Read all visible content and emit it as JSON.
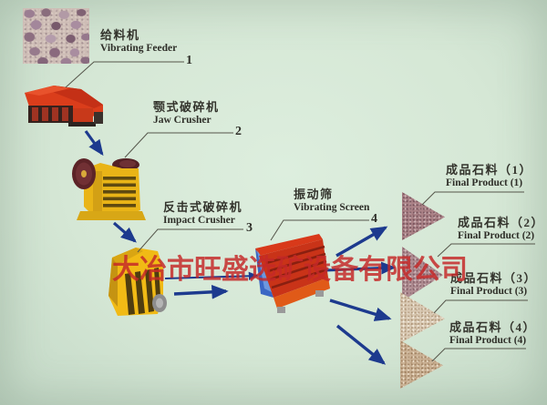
{
  "watermark": {
    "text": "大冶市旺盛选矿设备有限公司",
    "color": "#c92c2c"
  },
  "stages": [
    {
      "zh": "给料机",
      "en": "Vibrating Feeder",
      "num": "1"
    },
    {
      "zh": "颚式破碎机",
      "en": "Jaw Crusher",
      "num": "2"
    },
    {
      "zh": "反击式破碎机",
      "en": "Impact Crusher",
      "num": "3"
    },
    {
      "zh": "振动筛",
      "en": "Vibrating Screen",
      "num": "4"
    }
  ],
  "products": [
    {
      "zh": "成品石料（1）",
      "en": "Final Product (1)"
    },
    {
      "zh": "成品石料（2）",
      "en": "Final Product (2)"
    },
    {
      "zh": "成品石料（3）",
      "en": "Final Product (3)"
    },
    {
      "zh": "成品石料（4）",
      "en": "Final Product (4)"
    }
  ],
  "colors": {
    "background": "#d6e8d7",
    "arrow": "#1d3a8e",
    "machine_red": "#d93e1c",
    "machine_yellow": "#eab51a",
    "leader_line": "#55554a",
    "label_text": "#33332c"
  }
}
